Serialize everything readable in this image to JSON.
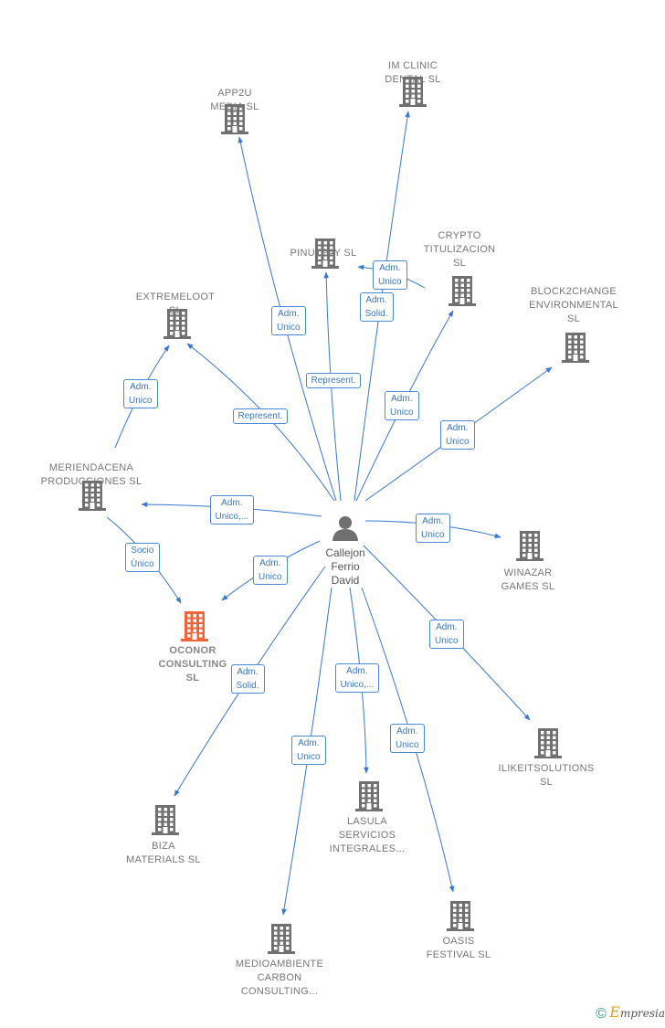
{
  "person": {
    "label": "Callejon\nFerrio\nDavid"
  },
  "companies": [
    {
      "id": "app2u",
      "label": "APP2U\nMEDIA  SL"
    },
    {
      "id": "imclinic",
      "label": "IM CLINIC\nDENTAL  SL"
    },
    {
      "id": "pinutpay",
      "label": "PINUTPAY  SL"
    },
    {
      "id": "crypto",
      "label": "CRYPTO\nTITULIZACION\nSL"
    },
    {
      "id": "extremeloot",
      "label": "EXTREMELOOT\nSL"
    },
    {
      "id": "block2change",
      "label": "BLOCK2CHANGE\nENVIRONMENTAL\nSL"
    },
    {
      "id": "meriendacena",
      "label": "MERIENDACENA\nPRODUCCIONES SL"
    },
    {
      "id": "winazar",
      "label": "WINAZAR\nGAMES  SL"
    },
    {
      "id": "oconor",
      "label": "OCONOR\nCONSULTING\nSL",
      "highlight": true
    },
    {
      "id": "ilikeit",
      "label": "ILIKEITSOLUTIONS\nSL"
    },
    {
      "id": "biza",
      "label": "BIZA\nMATERIALS  SL"
    },
    {
      "id": "lasula",
      "label": "LASULA\nSERVICIOS\nINTEGRALES..."
    },
    {
      "id": "oasis",
      "label": "OASIS\nFESTIVAL  SL"
    },
    {
      "id": "medioambiente",
      "label": "MEDIOAMBIENTE\nCARBON\nCONSULTING..."
    }
  ],
  "edges": [
    {
      "to": "app2u",
      "label": "Adm.\nUnico"
    },
    {
      "to": "imclinic",
      "label": "Adm.\nSolid."
    },
    {
      "to": "pinutpay",
      "label": "Represent."
    },
    {
      "to": "pinutpay",
      "from": "imclinic",
      "label": "Adm.\nUnico"
    },
    {
      "to": "crypto",
      "label": "Adm.\nUnico"
    },
    {
      "to": "extremeloot",
      "label": "Represent."
    },
    {
      "to": "extremeloot",
      "from": "meriendacena",
      "label": "Adm.\nUnico"
    },
    {
      "to": "block2change",
      "label": "Adm.\nUnico"
    },
    {
      "to": "meriendacena",
      "label": "Adm.\nUnico,..."
    },
    {
      "to": "oconor",
      "from": "meriendacena",
      "label": "Socio\nÚnico"
    },
    {
      "to": "oconor",
      "label": "Adm.\nUnico"
    },
    {
      "to": "winazar",
      "label": "Adm.\nUnico"
    },
    {
      "to": "ilikeit",
      "label": "Adm.\nUnico"
    },
    {
      "to": "biza",
      "label": "Adm.\nSolid."
    },
    {
      "to": "lasula",
      "label": "Adm.\nUnico,..."
    },
    {
      "to": "oasis",
      "label": "Adm.\nUnico"
    },
    {
      "to": "medioambiente",
      "label": "Adm.\nUnico"
    }
  ],
  "colors": {
    "edge": "#3a78d0",
    "building": "#707070",
    "highlight": "#f0643a",
    "label_border": "#4a8ad8"
  },
  "icons": {
    "company": "building-icon",
    "person": "person-icon"
  },
  "footer": {
    "copyright": "©",
    "brand_initial": "E",
    "brand_rest": "mpresia"
  }
}
